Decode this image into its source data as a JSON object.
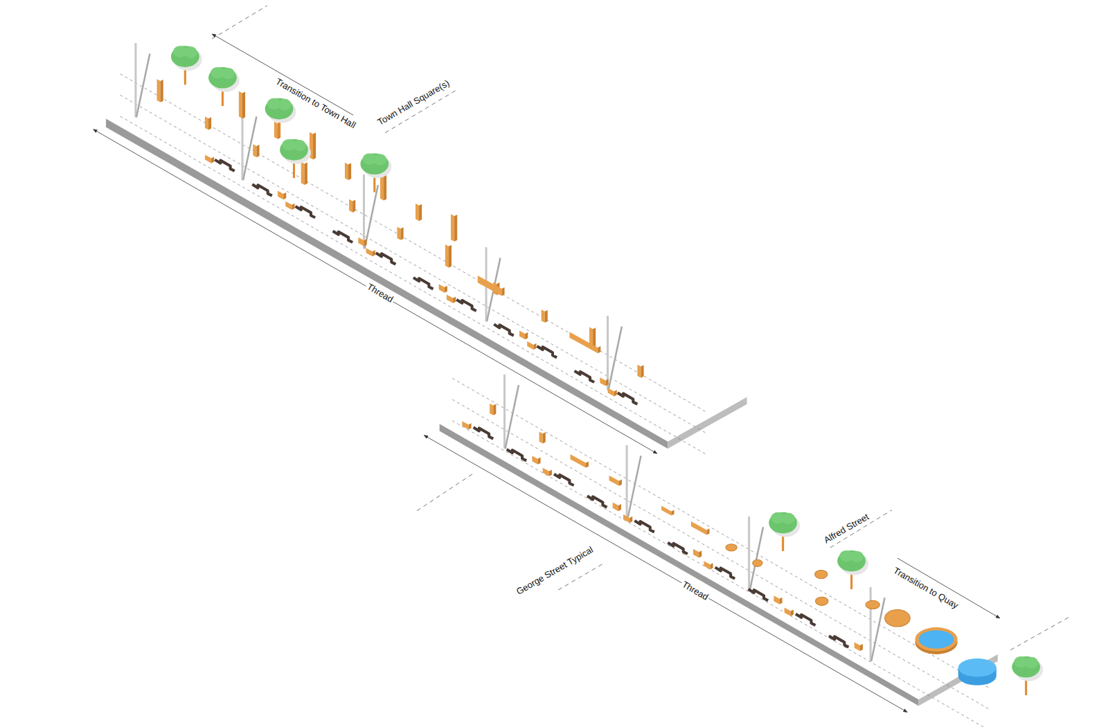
{
  "diagram": {
    "labels": [
      "Transition to Town Hall",
      "Town Hall Square(s)",
      "Thread",
      "George Street Typical",
      "Thread",
      "Alfred Street",
      "Transition to Quay"
    ]
  }
}
